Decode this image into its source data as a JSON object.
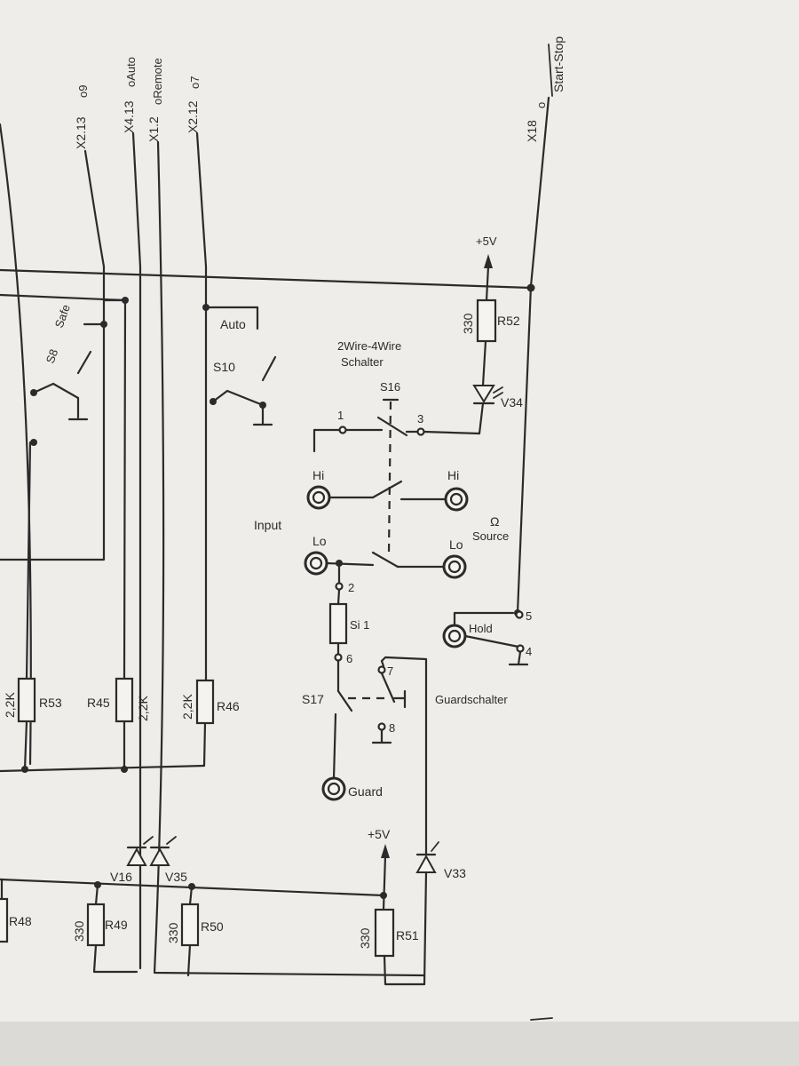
{
  "connectors": {
    "x213": "X2.13",
    "x213_pin": "o9",
    "x413": "X4.13",
    "x413_pin": "oAuto",
    "x12": "X1.2",
    "x12_pin": "oRemote",
    "x212": "X2.12",
    "x212_pin": "o7",
    "x18": "X18",
    "x18_pin": "o",
    "start_stop": "Start-Stop"
  },
  "switches": {
    "s10": "S10",
    "auto": "Auto",
    "safe": "Safe",
    "s8": "S8",
    "s16": "S16",
    "s17": "S17",
    "two_four_wire": "2Wire-4Wire",
    "schalter": "Schalter",
    "guardschalter": "Guardschalter"
  },
  "terminals": {
    "t1": "1",
    "t2": "2",
    "t3": "3",
    "t4": "4",
    "t5": "5",
    "t6": "6",
    "t7": "7",
    "t8": "8"
  },
  "jacks": {
    "hi_left": "Hi",
    "hi_right": "Hi",
    "lo_left": "Lo",
    "lo_right": "Lo",
    "input": "Input",
    "source_sym": "Ω",
    "source": "Source",
    "hold": "Hold",
    "guard": "Guard"
  },
  "fuse": {
    "label": "Si 1"
  },
  "resistors": {
    "r52": {
      "name": "R52",
      "value": "330"
    },
    "r53": {
      "name": "R53",
      "value": "2,2K"
    },
    "r45a": {
      "name": "R45",
      "value": "2,2K"
    },
    "r46": {
      "name": "R46",
      "value": "2,2K"
    },
    "r48": {
      "name": "R48"
    },
    "r49": {
      "name": "R49",
      "value": "330"
    },
    "r50": {
      "name": "R50",
      "value": "330"
    },
    "r51": {
      "name": "R51",
      "value": "330"
    }
  },
  "leds": {
    "v34": "V34",
    "v16": "V16",
    "v35": "V35",
    "v33": "V33"
  },
  "supply": {
    "top": "+5V",
    "bottom": "+5V"
  }
}
